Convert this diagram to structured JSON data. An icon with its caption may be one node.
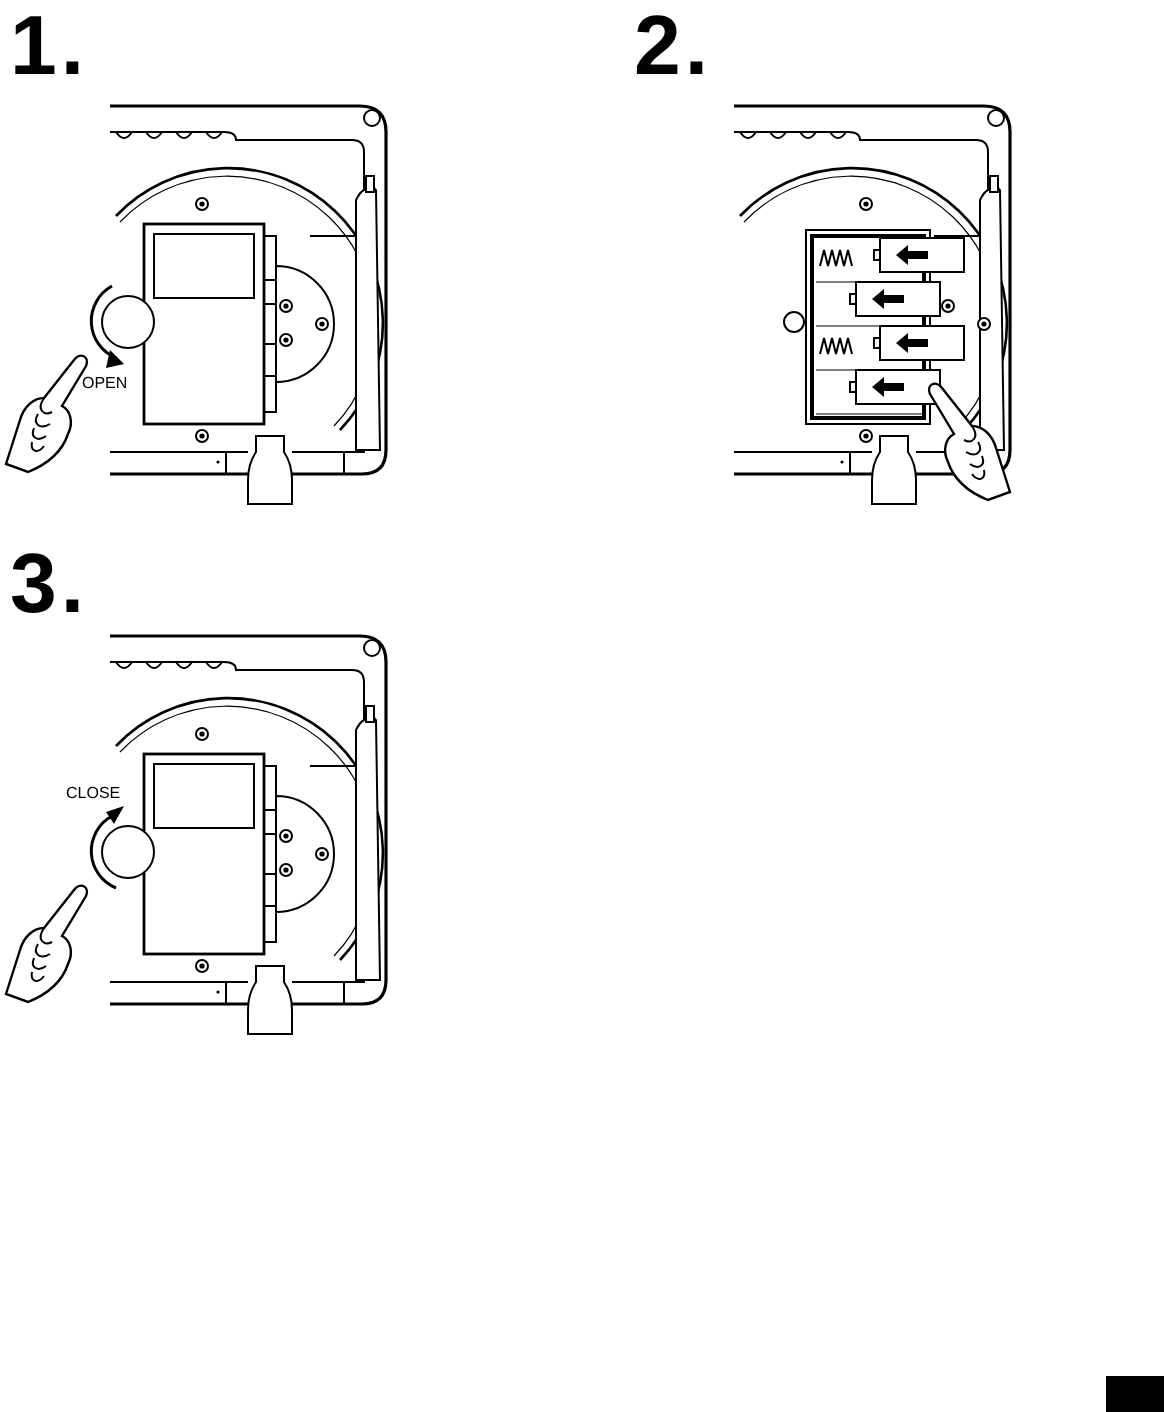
{
  "diagram": {
    "labels": [
      "1.",
      "2.",
      "3.",
      "OPEN",
      "CLOSE"
    ]
  }
}
